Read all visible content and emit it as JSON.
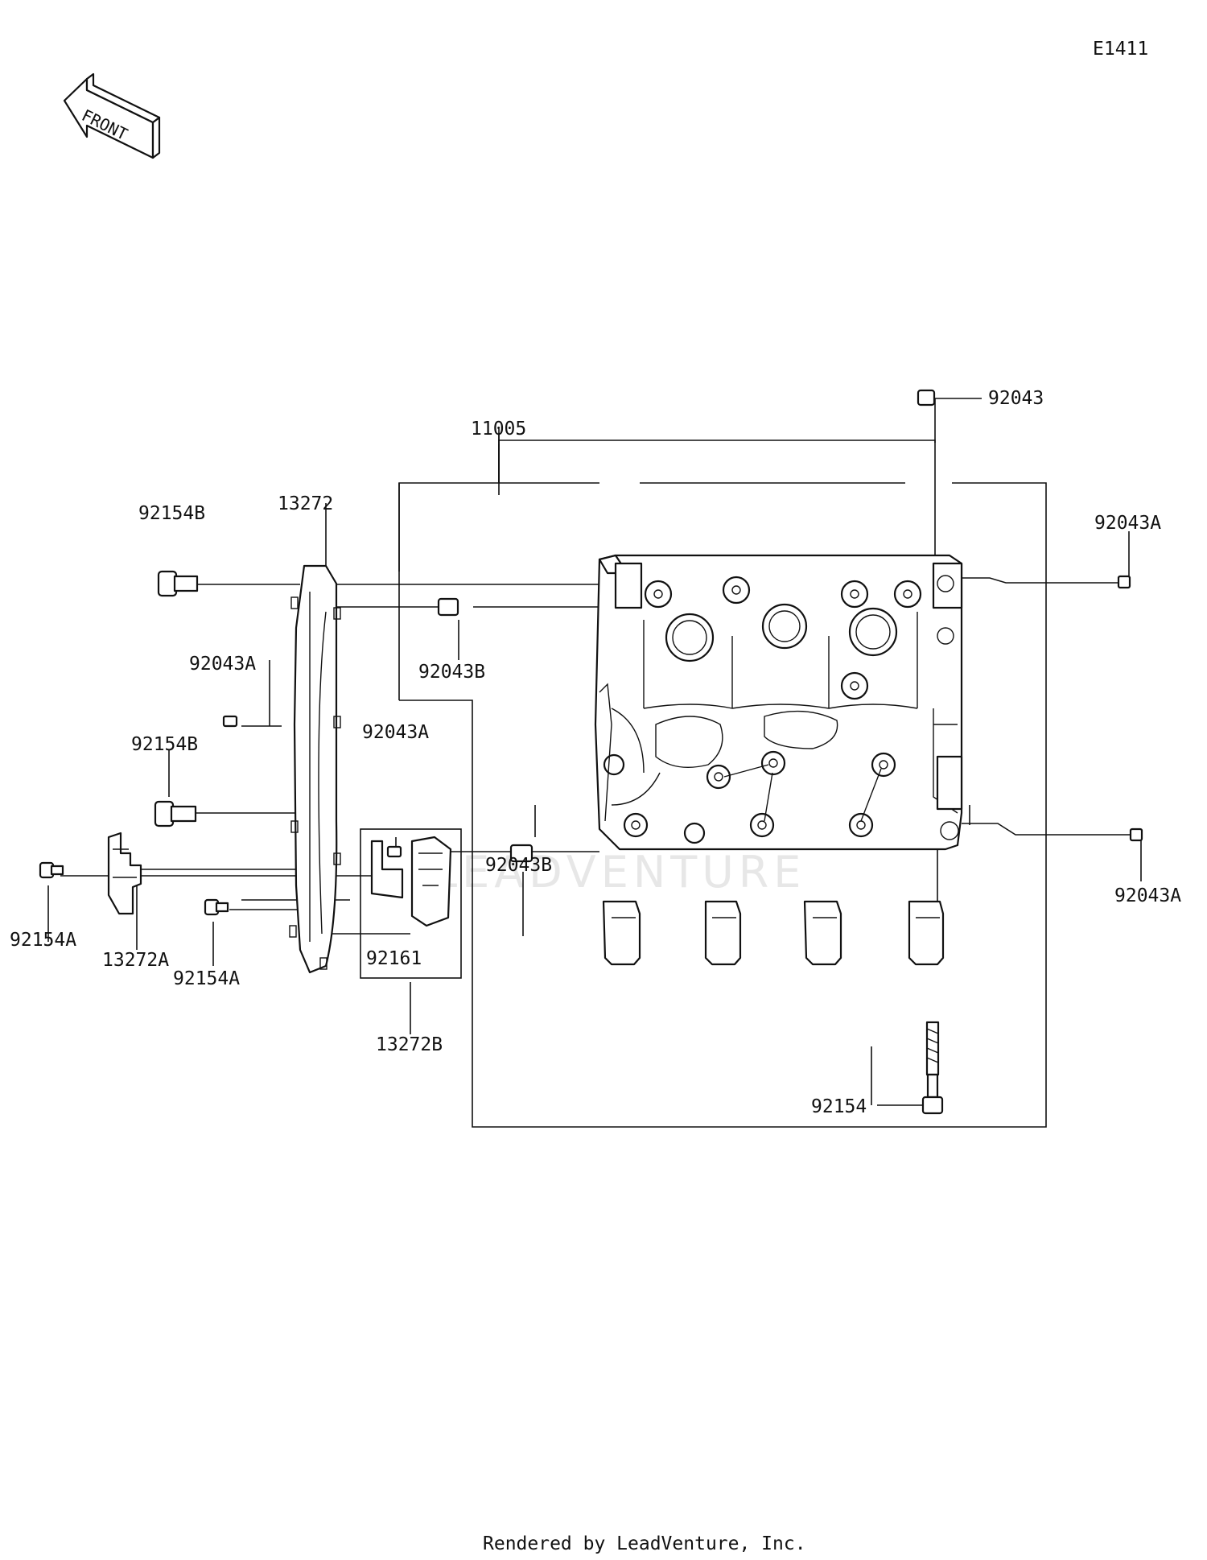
{
  "diagram": {
    "code": "E1411",
    "front_label": "FRONT",
    "watermark": "LEADVENTURE",
    "footer": "Rendered by LeadVenture, Inc.",
    "labels": {
      "p11005": "11005",
      "p92043": "92043",
      "p92043A_right_top": "92043A",
      "p92043A_right_bottom": "92043A",
      "p92043A_left": "92043A",
      "p92043A_mid": "92043A",
      "p92043B_top": "92043B",
      "p92043B_bottom": "92043B",
      "p13272": "13272",
      "p13272A": "13272A",
      "p13272B": "13272B",
      "p92154B_top": "92154B",
      "p92154B_mid": "92154B",
      "p92154A_left": "92154A",
      "p92154A_mid": "92154A",
      "p92161": "92161",
      "p92154": "92154"
    }
  }
}
